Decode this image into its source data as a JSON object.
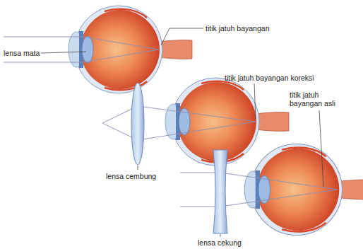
{
  "diagram": {
    "labels": [
      "titik jatuh bayangan",
      "lensa mata",
      "titik jatuh bayangan koreksi",
      "titik jatuh bayangan asli",
      "lensa cembung",
      "lensa cekung"
    ]
  }
}
